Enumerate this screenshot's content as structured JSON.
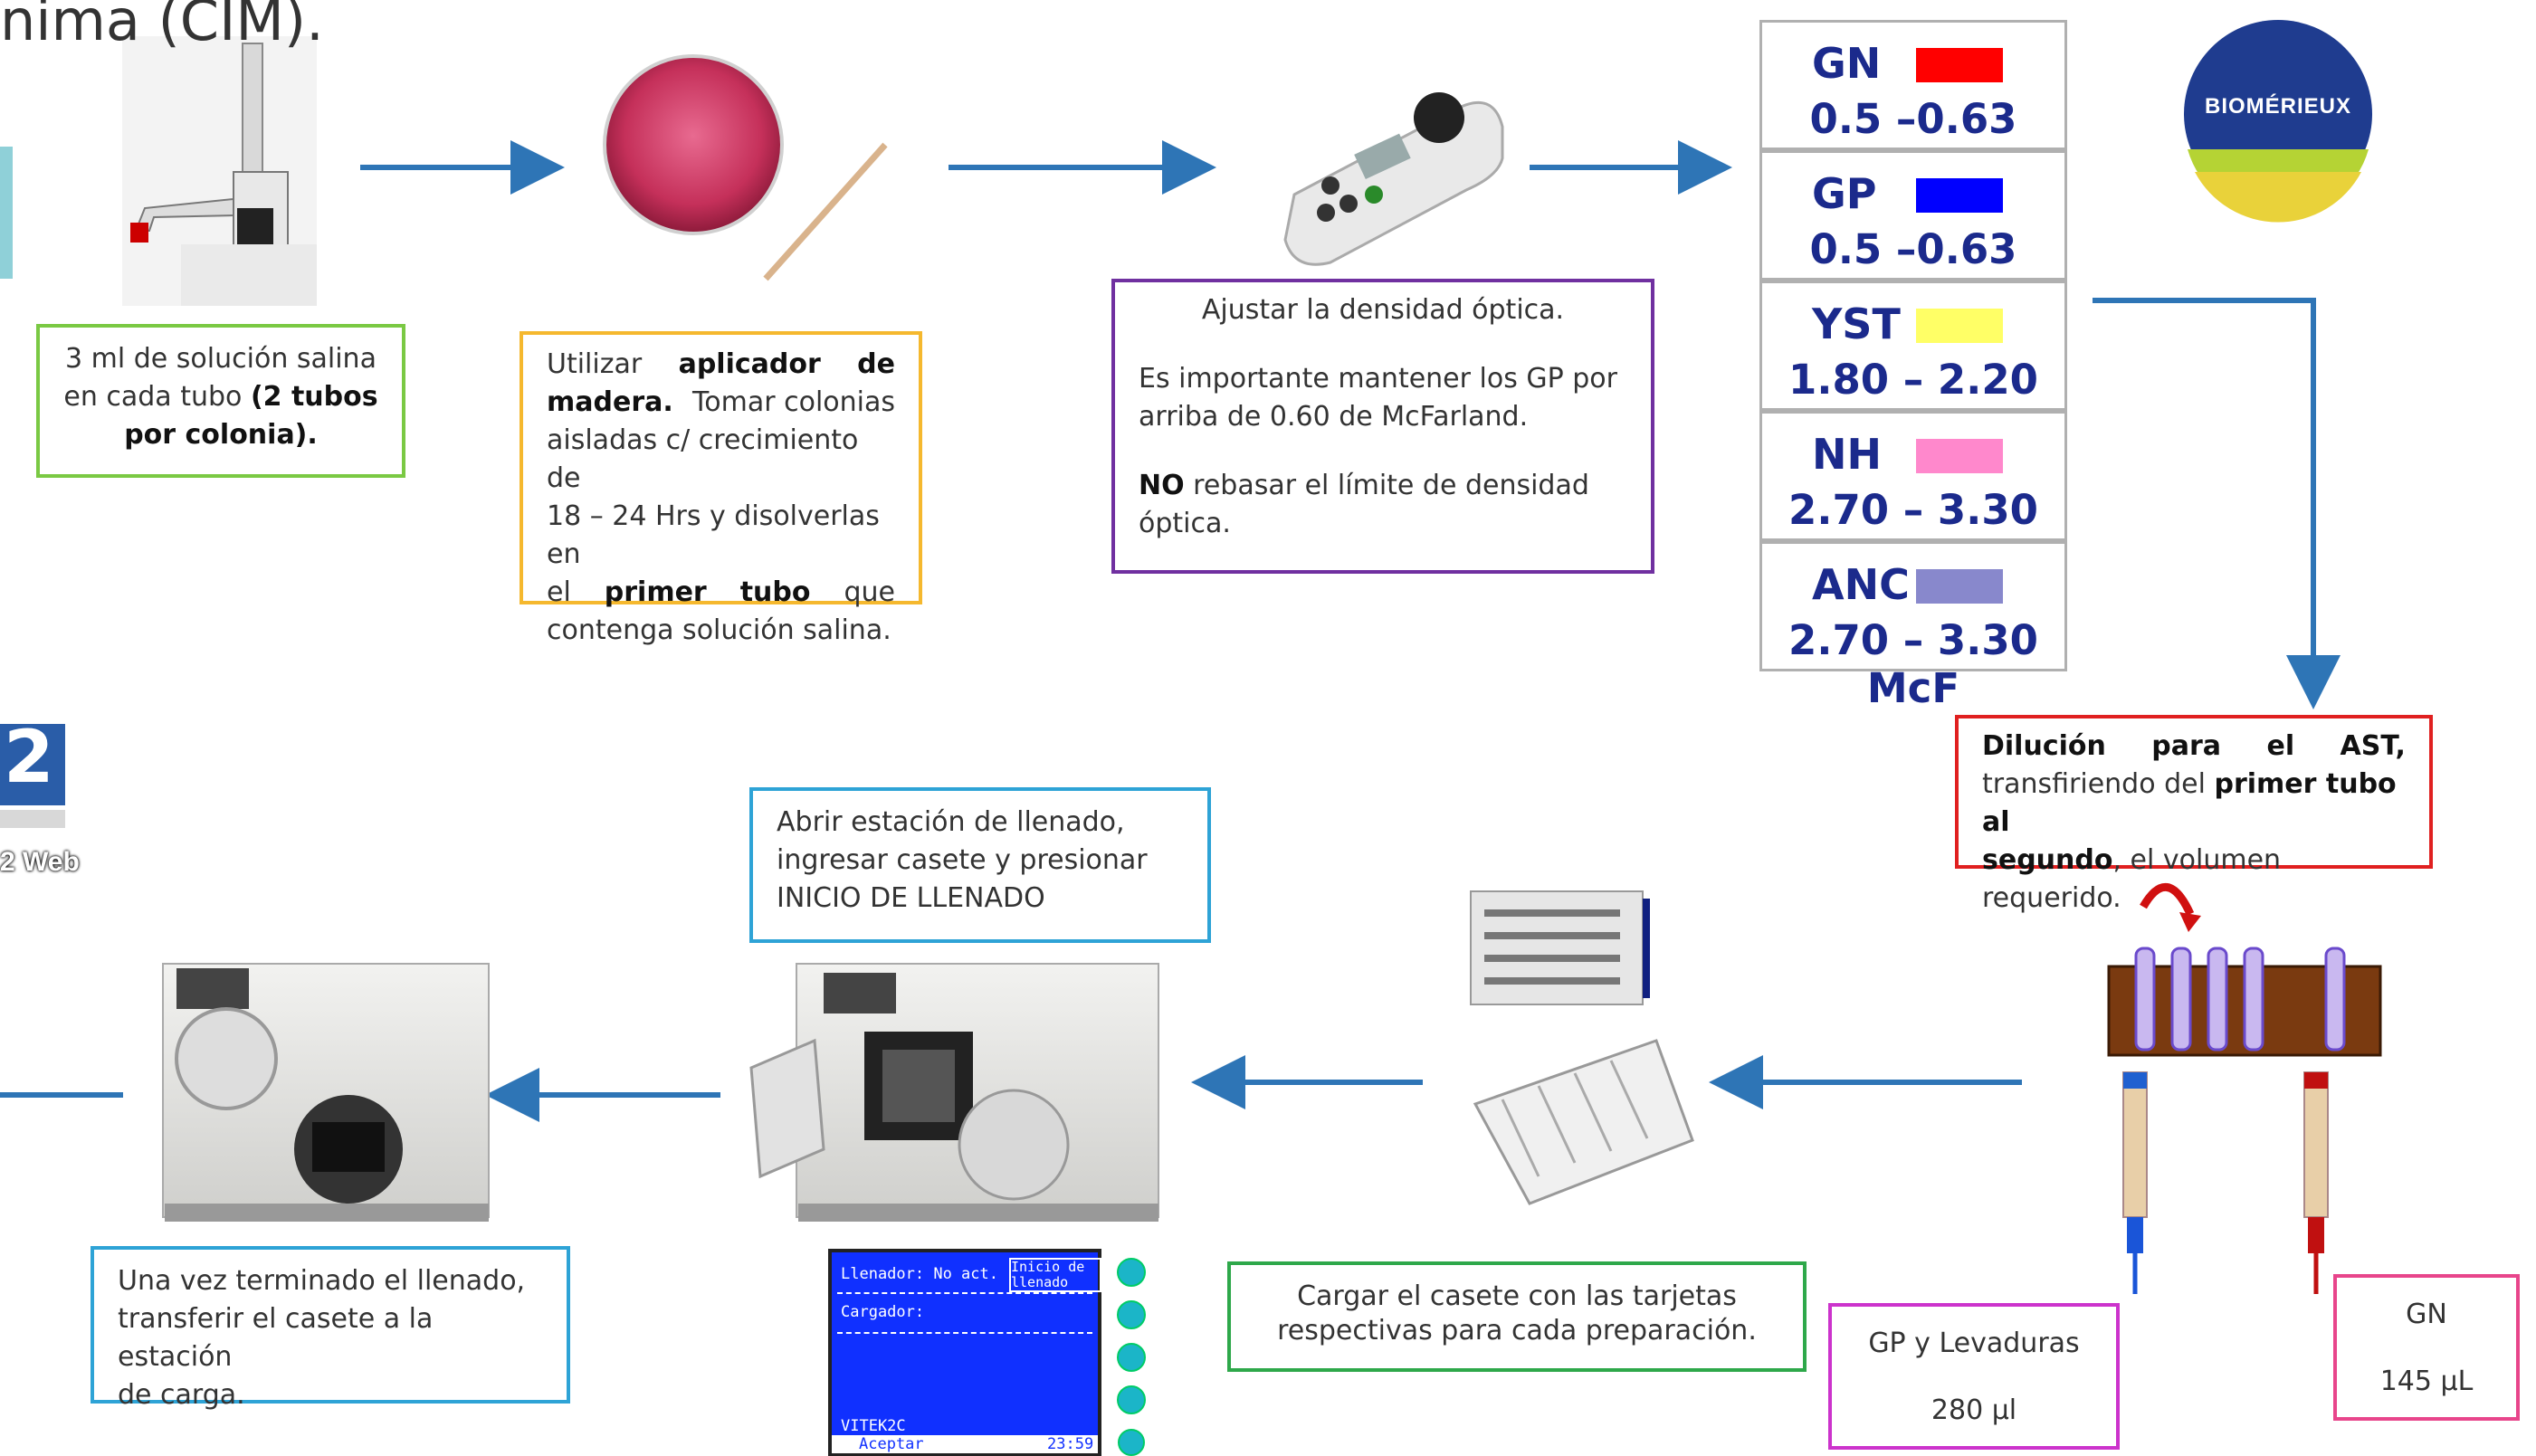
{
  "header": {
    "title_fragment": "nima (CIM)."
  },
  "steps": {
    "saline": {
      "line1": "3 ml de solución salina",
      "line2_plain": "en cada tubo ",
      "line2_bold": "(2 tubos",
      "line3_bold": "por colonia)."
    },
    "applicator": {
      "t1": "Utilizar",
      "t2": "aplicador",
      "t3": "de",
      "t4": "madera.",
      "t5": "Tomar colonias",
      "t6": "aisladas c/ crecimiento de",
      "t7": "18 – 24 Hrs y disolverlas en",
      "t8": "el",
      "t9": "primer",
      "t10": "tubo",
      "t11": "que",
      "t12": "contenga solución salina."
    },
    "density": {
      "line1": "Ajustar la densidad óptica.",
      "p2a": "Es importante mantener los GP por",
      "p2b": "arriba de 0.60 de McFarland.",
      "p3_bold": "NO",
      "p3a": " rebasar el límite de densidad",
      "p3b": "óptica."
    },
    "dilution": {
      "w1": "Dilución",
      "w2": "para",
      "w3": "el",
      "w4": "AST,",
      "l2a": "transfiriendo del ",
      "l2b": "primer tubo al",
      "l3a": "segundo",
      "l3b": ", el volumen requerido."
    },
    "cassette": {
      "line1": "Cargar el casete con las tarjetas",
      "line2": "respectivas para cada preparación."
    },
    "filling": {
      "line1": "Abrir estación de llenado,",
      "line2": "ingresar casete y presionar",
      "line3": "INICIO DE LLENADO"
    },
    "transfer": {
      "line1": "Una vez terminado el llenado,",
      "line2": "transferir el casete a la estación",
      "line3": "de carga."
    }
  },
  "volumes": {
    "gp": {
      "label": "GP y Levaduras",
      "value": "280 µl"
    },
    "gn": {
      "label": "GN",
      "value": "145 µL"
    }
  },
  "mcfarland_table": [
    {
      "name": "GN",
      "range": "0.5 –0.63 McF",
      "color": "#ff0000"
    },
    {
      "name": "GP",
      "range": "0.5 –0.63 McF",
      "color": "#0000ff"
    },
    {
      "name": "YST",
      "range": "1.80 – 2.20 McF",
      "color": "#ffff66"
    },
    {
      "name": "NH",
      "range": "2.70 – 3.30 McF",
      "color": "#ff88cc"
    },
    {
      "name": "ANC",
      "range": "2.70 – 3.30 McF",
      "color": "#8888cc"
    }
  ],
  "logo": {
    "text": "BIOMÉRIEUX"
  },
  "vitek_icon": {
    "number": "2",
    "caption": "2 Web"
  },
  "lcd_screen": {
    "filler": "Llenador: No act.",
    "button": "Inicio de llenado",
    "loader": "Cargador:",
    "model": "VITEK2C",
    "accept": "Aceptar",
    "time": "23:59"
  },
  "colors": {
    "arrow": "#2e75b6",
    "green_border": "#7ac943",
    "yellow_border": "#f5b82e",
    "purple_border": "#7030a0",
    "red_border": "#e02020",
    "cyan_border": "#2ea3d6",
    "magenta_border": "#cc33cc",
    "pink_border": "#e8458b"
  }
}
